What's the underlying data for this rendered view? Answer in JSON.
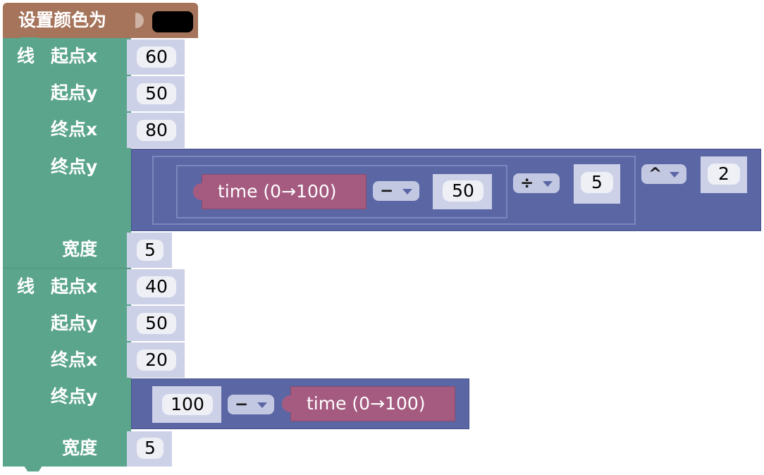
{
  "set_color": {
    "label": "设置颜色为",
    "color": "#000000"
  },
  "line1": {
    "line_label": "线",
    "start_x_label": "起点x",
    "start_x_value": "60",
    "start_y_label": "起点y",
    "start_y_value": "50",
    "end_x_label": "终点x",
    "end_x_value": "80",
    "end_y_label": "终点y",
    "end_y_expr": {
      "time_label": "time (0→100)",
      "minus_op": "−",
      "minus_value": "50",
      "divide_op": "÷",
      "divide_value": "5",
      "power_op": "^",
      "power_value": "2"
    },
    "width_label": "宽度",
    "width_value": "5"
  },
  "line2": {
    "line_label": "线",
    "start_x_label": "起点x",
    "start_x_value": "40",
    "start_y_label": "起点y",
    "start_y_value": "50",
    "end_x_label": "终点x",
    "end_x_value": "20",
    "end_y_label": "终点y",
    "end_y_expr": {
      "left_value": "100",
      "minus_op": "−",
      "time_label": "time (0→100)"
    },
    "width_label": "宽度",
    "width_value": "5"
  },
  "colors": {
    "colour_block": "#a5745b",
    "pen_block": "#5ba58c",
    "math_block": "#5b67a5",
    "sensor_block": "#a55b80"
  }
}
